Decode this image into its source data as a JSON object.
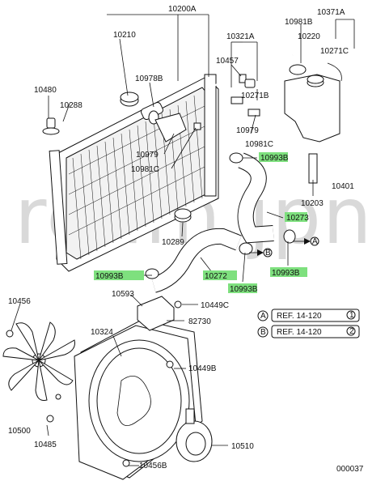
{
  "watermark": "ream.jpn",
  "parts": {
    "p10200A": "10200A",
    "p10371A": "10371A",
    "p10981B": "10981B",
    "p10210": "10210",
    "p10321A": "10321A",
    "p10220": "10220",
    "p10271C": "10271C",
    "p10457": "10457",
    "p10978B": "10978B",
    "p10271B": "10271B",
    "p10480": "10480",
    "p10288": "10288",
    "p10979_top": "10979",
    "p10981C_top": "10981C",
    "p10979_left": "10979",
    "p10981C_left": "10981C",
    "p10993B_a": "10993B",
    "p10401": "10401",
    "p10203": "10203",
    "p10273": "10273",
    "p10289": "10289",
    "p10272": "10272",
    "p10993B_b": "10993B",
    "p10993B_c": "10993B",
    "p10993B_d": "10993B",
    "p10593": "10593",
    "p10449C": "10449C",
    "p10456": "10456",
    "p82730": "82730",
    "p10324": "10324",
    "p10449B": "10449B",
    "p10500": "10500",
    "p10485": "10485",
    "p10510": "10510",
    "p10456B": "10456B"
  },
  "refs": {
    "a_circle": "A",
    "a_text": "REF. 14-120",
    "a_num": "1",
    "b_circle": "B",
    "b_text": "REF. 14-120",
    "b_num": "2",
    "arrow_a": "A",
    "arrow_b": "B"
  },
  "diagram_code": "000037",
  "colors": {
    "highlight": "#7ee07e",
    "line": "#111111",
    "watermark": "#d9d9d9"
  }
}
